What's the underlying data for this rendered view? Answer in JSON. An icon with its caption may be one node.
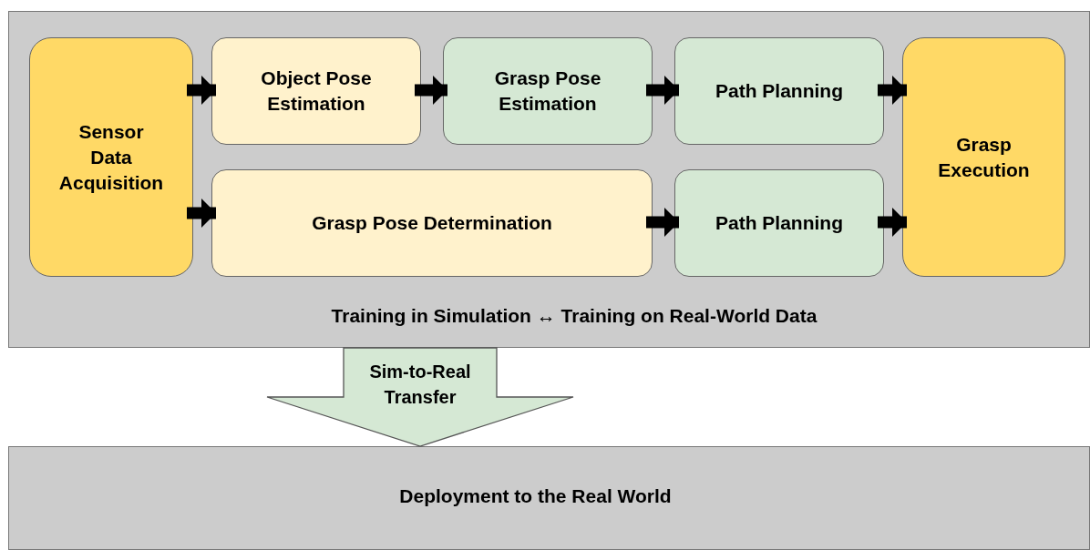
{
  "diagram": {
    "nodes": [
      {
        "text": [
          "Training in Simulation ↔ Training on Real-World Data"
        ]
      },
      {
        "text": [
          "Sensor Data Acquisition"
        ],
        "in": 0
      },
      {
        "text": [
          "Object Pose Estimation"
        ],
        "in": 0
      },
      {
        "text": [
          "Grasp Pose Estimation"
        ],
        "in": 0
      },
      {
        "text": [
          "Path Planning"
        ],
        "in": 0
      },
      {
        "text": [
          "Grasp Execution"
        ],
        "in": 0
      },
      {
        "text": [
          "Grasp Pose Determination"
        ],
        "in": 0
      },
      {
        "text": [
          "Path Planning"
        ],
        "in": 0
      },
      {
        "text": [
          "Deployment to the Real World"
        ]
      }
    ],
    "edges": [
      {
        "from": 1,
        "to": 2,
        "arrow": "to"
      },
      {
        "from": 1,
        "to": 6,
        "arrow": "to"
      },
      {
        "from": 2,
        "to": 3,
        "arrow": "to"
      },
      {
        "from": 3,
        "to": 4,
        "arrow": "to"
      },
      {
        "from": 4,
        "to": 5,
        "arrow": "to"
      },
      {
        "from": 6,
        "to": 7,
        "arrow": "to"
      },
      {
        "from": 7,
        "to": 5,
        "arrow": "to"
      },
      {
        "from": 0,
        "to": 8,
        "arrow": "to",
        "label": "Sim-to-Real Transfer",
        "style": "thick",
        "color": "#d5e8d4"
      }
    ]
  }
}
